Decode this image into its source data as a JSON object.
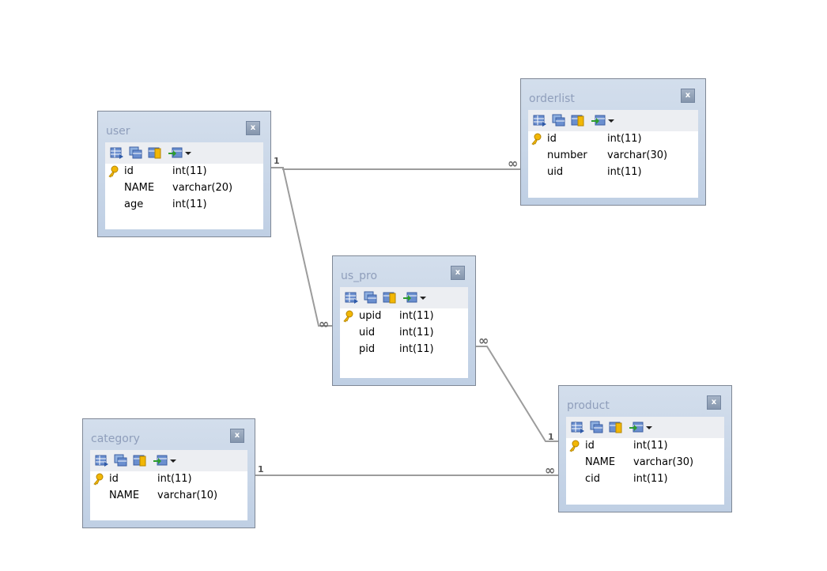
{
  "tables": [
    {
      "name": "user",
      "close": "x",
      "fields": [
        {
          "name": "id",
          "type": "int(11)",
          "pk": true
        },
        {
          "name": "NAME",
          "type": "varchar(20)",
          "pk": false
        },
        {
          "name": "age",
          "type": "int(11)",
          "pk": false
        }
      ]
    },
    {
      "name": "orderlist",
      "close": "x",
      "fields": [
        {
          "name": "id",
          "type": "int(11)",
          "pk": true
        },
        {
          "name": "number",
          "type": "varchar(30)",
          "pk": false
        },
        {
          "name": "uid",
          "type": "int(11)",
          "pk": false
        }
      ]
    },
    {
      "name": "us_pro",
      "close": "x",
      "fields": [
        {
          "name": "upid",
          "type": "int(11)",
          "pk": true
        },
        {
          "name": "uid",
          "type": "int(11)",
          "pk": false
        },
        {
          "name": "pid",
          "type": "int(11)",
          "pk": false
        }
      ]
    },
    {
      "name": "product",
      "close": "x",
      "fields": [
        {
          "name": "id",
          "type": "int(11)",
          "pk": true
        },
        {
          "name": "NAME",
          "type": "varchar(30)",
          "pk": false
        },
        {
          "name": "cid",
          "type": "int(11)",
          "pk": false
        }
      ]
    },
    {
      "name": "category",
      "close": "x",
      "fields": [
        {
          "name": "id",
          "type": "int(11)",
          "pk": true
        },
        {
          "name": "NAME",
          "type": "varchar(10)",
          "pk": false
        }
      ]
    }
  ],
  "relations": [
    {
      "from": "user",
      "to": "orderlist",
      "from_card": "1",
      "to_card": "∞"
    },
    {
      "from": "user",
      "to": "us_pro",
      "from_card": "1",
      "to_card": "∞"
    },
    {
      "from": "product",
      "to": "us_pro",
      "from_card": "1",
      "to_card": "∞"
    },
    {
      "from": "category",
      "to": "product",
      "from_card": "1",
      "to_card": "∞"
    }
  ],
  "toolbar_icons": [
    "table-grid-icon",
    "table-copy-icon",
    "key-index-icon",
    "import-icon",
    "dropdown-arrow-icon"
  ],
  "colors": {
    "header_start": "#d3deec",
    "header_end": "#bfcfe4",
    "border": "#7f8896",
    "line": "#a0a0a0",
    "title": "#8f9ebb",
    "key": "#e0a800"
  }
}
